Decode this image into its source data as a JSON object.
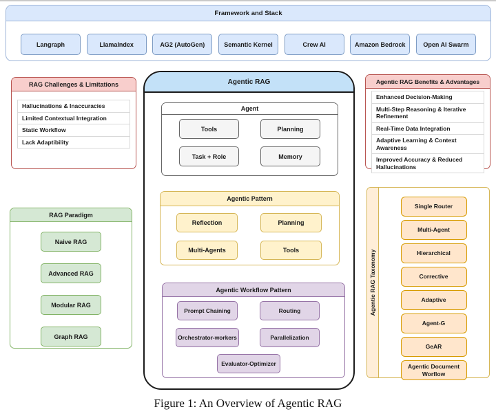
{
  "framework": {
    "title": "Framework and Stack",
    "items": [
      "Langraph",
      "LlamaIndex",
      "AG2 (AutoGen)",
      "Semantic Kernel",
      "Crew AI",
      "Amazon Bedrock",
      "Open AI Swarm"
    ]
  },
  "challenges": {
    "title": "RAG Challenges & Limitations",
    "items": [
      "Hallucinations & Inaccuracies",
      "Limited Contextual Integration",
      "Static Workflow",
      "Lack Adaptibility"
    ]
  },
  "paradigm": {
    "title": "RAG Paradigm",
    "items": [
      "Naive RAG",
      "Advanced RAG",
      "Modular RAG",
      "Graph RAG"
    ]
  },
  "agentic_rag": {
    "title": "Agentic RAG",
    "agent": {
      "title": "Agent",
      "items": [
        "Tools",
        "Planning",
        "Task + Role",
        "Memory"
      ]
    },
    "pattern": {
      "title": "Agentic Pattern",
      "items": [
        "Reflection",
        "Planning",
        "Multi-Agents",
        "Tools"
      ]
    },
    "workflow": {
      "title": "Agentic Workflow Pattern",
      "items": [
        "Prompt Chaining",
        "Routing",
        "Orchestrator-workers",
        "Parallelization",
        "Evaluator-Optimizer"
      ]
    }
  },
  "benefits": {
    "title": "Agentic RAG Benefits & Advantages",
    "items": [
      "Enhanced Decision-Making",
      "Multi-Step Reasoning & Iterative Refinement",
      "Real-Time Data Integration",
      "Adaptive Learning & Context Awareness",
      "Improved Accuracy & Reduced Hallucinations"
    ]
  },
  "taxonomy": {
    "title": "Agentic RAG Taxonomy",
    "items": [
      "Single Router",
      "Multi-Agent",
      "Hierarchical",
      "Corrective",
      "Adaptive",
      "Agent-G",
      "GeAR",
      "Agentic Document Worflow"
    ]
  },
  "caption": "Figure 1: An Overview of Agentic RAG",
  "colors": {
    "frame_border": "#9db4d8",
    "blue_fill": "#dae8fc",
    "blue_border": "#7e9cc4",
    "center_header_fill": "#c3e1f8",
    "center_border": "#1a1a1a",
    "red_fill": "#f8cecc",
    "red_border": "#b85450",
    "green_fill": "#d5e8d4",
    "green_border": "#82b366",
    "yellow_fill": "#fff2cc",
    "yellow_border": "#d6b656",
    "purple_fill": "#e1d5e7",
    "purple_border": "#9673a6",
    "orange_fill": "#ffe6cc",
    "orange_border": "#d79b00",
    "orange_strip_fill": "#ffeed8",
    "gray_fill": "#f5f5f5",
    "gray_border": "#666666",
    "row_border": "#d9d9d9"
  }
}
